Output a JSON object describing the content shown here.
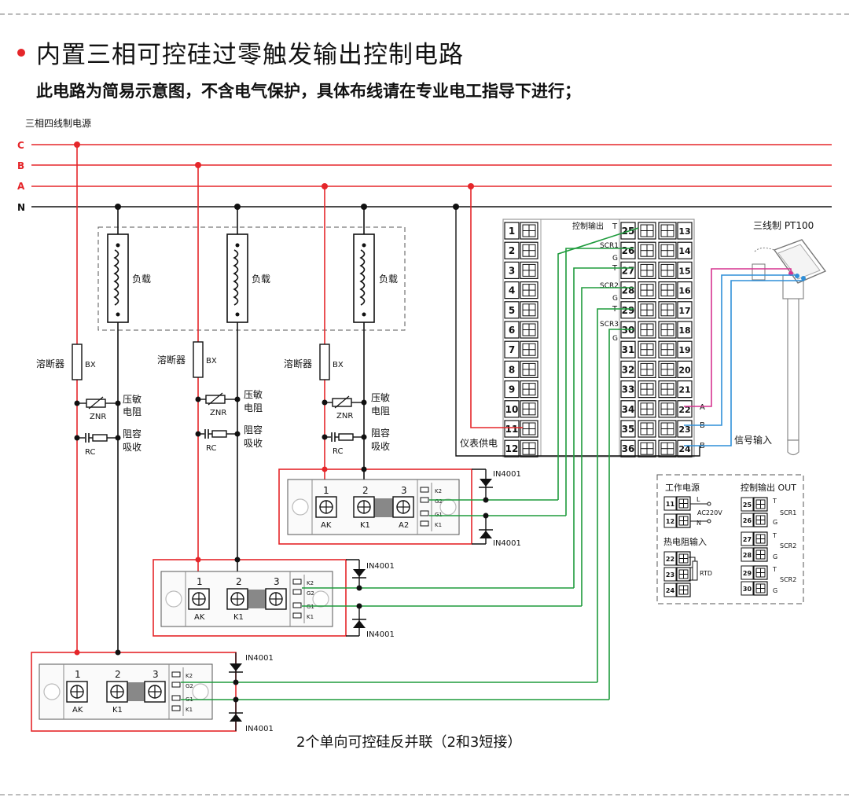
{
  "title": "内置三相可控硅过零触发输出控制电路",
  "subtitle": "此电路为简易示意图，不含电气保护，具体布线请在专业电工指导下进行；",
  "power_label": "三相四线制电源",
  "phases": [
    "C",
    "B",
    "A",
    "N"
  ],
  "load_label": "负载",
  "fuse_label": "溶断器",
  "fuse_code": "BX",
  "varistor_label": "压敏电阻",
  "varistor_line1": "压敏",
  "varistor_line2": "电阻",
  "varistor_code": "ZNR",
  "rc_line1": "阻容",
  "rc_line2": "吸收",
  "rc_code": "RC",
  "diode_label": "IN4001",
  "scr_terminals": [
    "1",
    "2",
    "3"
  ],
  "scr_bottom": [
    "AK",
    "K1",
    "A2"
  ],
  "scr_bottom_short": [
    "AK",
    "K1"
  ],
  "scr_side": [
    "K2",
    "G2",
    "G1",
    "K1"
  ],
  "controller": {
    "left_terms": [
      "1",
      "2",
      "3",
      "4",
      "5",
      "6",
      "7",
      "8",
      "9",
      "10",
      "11",
      "12"
    ],
    "mid_terms": [
      "25",
      "26",
      "27",
      "28",
      "29",
      "30",
      "31",
      "32",
      "33",
      "34",
      "35",
      "36"
    ],
    "right_terms": [
      "13",
      "14",
      "15",
      "16",
      "17",
      "18",
      "19",
      "20",
      "21",
      "22",
      "23",
      "24"
    ],
    "ctrl_out_label": "控制输出",
    "t": "T",
    "g": "G",
    "scr1": "SCR1",
    "scr2": "SCR2",
    "scr3": "SCR3",
    "supply_label": "仪表供电",
    "signal_label": "信号输入",
    "abb": [
      "A",
      "B",
      "B"
    ]
  },
  "pt100_label": "三线制 PT100",
  "legend": {
    "power": "工作电源",
    "ac": "AC220V",
    "l": "L",
    "n": "N",
    "rtd_input": "热电阻输入",
    "rtd": "RTD",
    "ctrl_out": "控制输出 OUT",
    "terms_power": [
      "11",
      "12"
    ],
    "terms_rtd": [
      "22",
      "23",
      "24"
    ],
    "terms_out": [
      "25",
      "26",
      "27",
      "28",
      "29",
      "30"
    ],
    "scr_labels": [
      "SCR1",
      "SCR2",
      "SCR2"
    ]
  },
  "caption": "2个单向可控硅反并联（2和3短接）",
  "colors": {
    "phase": "#e5262a",
    "control": "#1e9b3c",
    "signal_a": "#d6338f",
    "signal_b": "#2f8fd8",
    "neutral": "#111111"
  }
}
